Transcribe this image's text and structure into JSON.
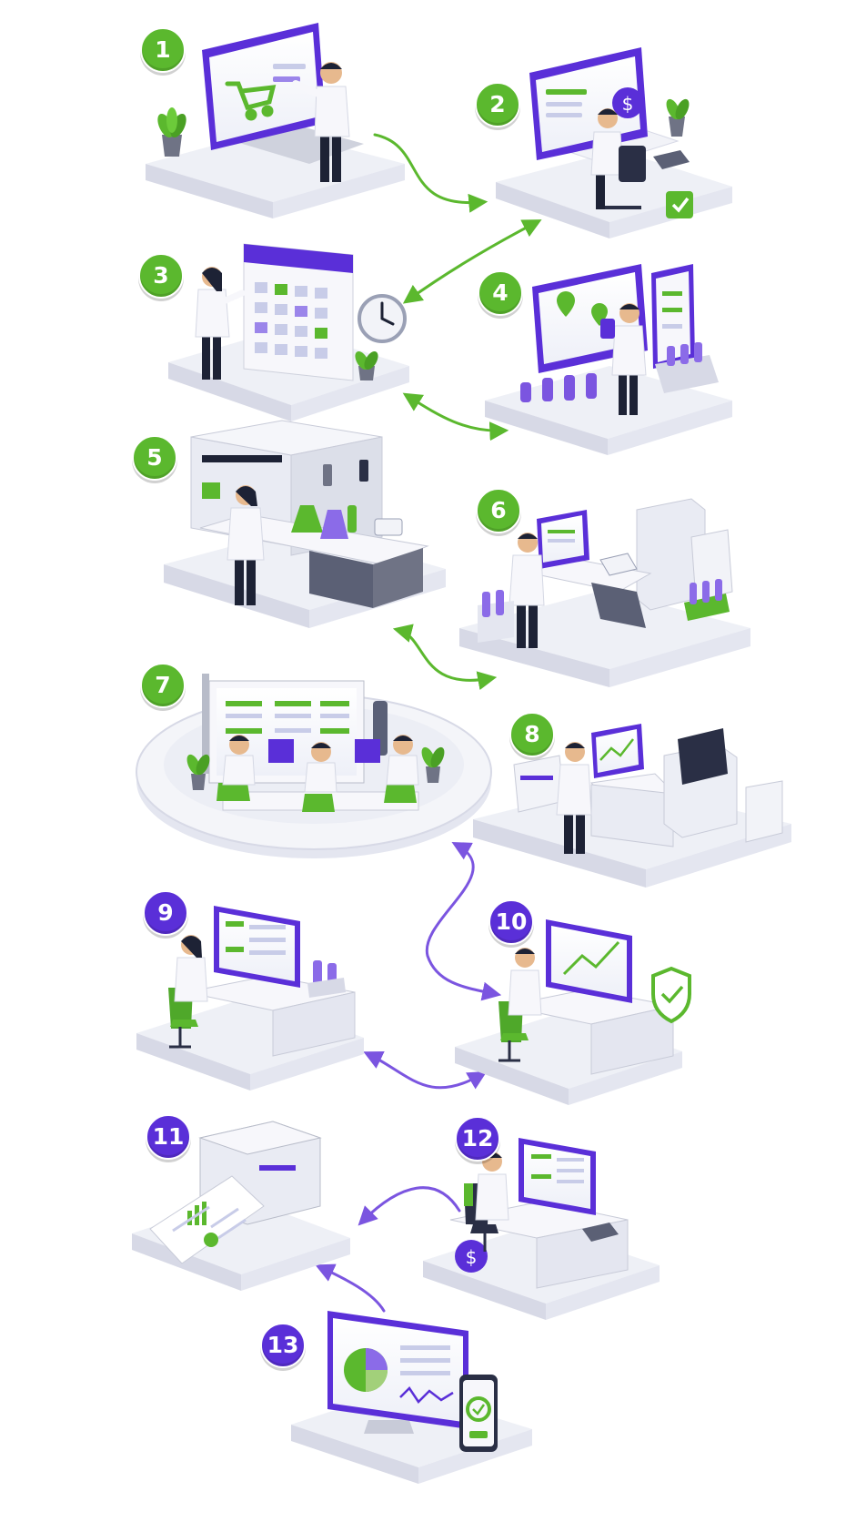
{
  "colors": {
    "green": "#5bb82e",
    "purple": "#5a2fd8",
    "platform": "#eef0f6",
    "platform_side": "#d7d9e6",
    "coat": "#f7f7fb",
    "dark": "#1d2235"
  },
  "icons": {
    "cart": "shopping-cart-icon",
    "dollar": "dollar-coin-icon",
    "check": "checkmark-icon",
    "clock": "clock-icon",
    "pin": "map-pin-icon",
    "shield": "shield-check-icon"
  },
  "steps": [
    {
      "number": "1",
      "badge_color": "green",
      "scene": "laptop-ordering"
    },
    {
      "number": "2",
      "badge_color": "green",
      "scene": "payment-desk"
    },
    {
      "number": "3",
      "badge_color": "green",
      "scene": "calendar-scheduling"
    },
    {
      "number": "4",
      "badge_color": "green",
      "scene": "sample-tracking"
    },
    {
      "number": "5",
      "badge_color": "green",
      "scene": "lab-bench"
    },
    {
      "number": "6",
      "badge_color": "green",
      "scene": "lab-instrument-desk"
    },
    {
      "number": "7",
      "badge_color": "green",
      "scene": "team-review-room"
    },
    {
      "number": "8",
      "badge_color": "green",
      "scene": "analyzer-station"
    },
    {
      "number": "9",
      "badge_color": "purple",
      "scene": "data-entry-desk"
    },
    {
      "number": "10",
      "badge_color": "purple",
      "scene": "verification-desk"
    },
    {
      "number": "11",
      "badge_color": "purple",
      "scene": "report-printer"
    },
    {
      "number": "12",
      "badge_color": "purple",
      "scene": "billing-desk"
    },
    {
      "number": "13",
      "badge_color": "purple",
      "scene": "dashboard-devices"
    }
  ]
}
